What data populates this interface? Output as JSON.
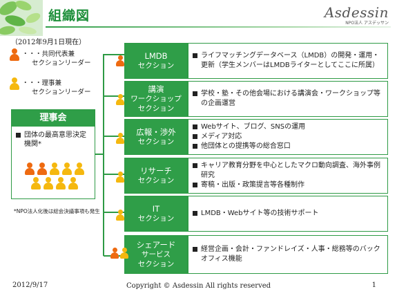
{
  "header": {
    "title": "組織図",
    "logo_text": "Asdessin",
    "logo_sub": "NPO法人 アスデッサン"
  },
  "as_of": "（2012年9月1日現在）",
  "legend": {
    "orange_label_1": "・・・共同代表兼",
    "orange_label_2": "セクションリーダー",
    "yellow_label_1": "・・・理事兼",
    "yellow_label_2": "セクションリーダー"
  },
  "board": {
    "title": "理事会",
    "desc": "団体の最高意思決定機関*"
  },
  "npo_note": "*NPO法人化後は総会決議事項も発生",
  "sections": [
    {
      "name_1": "LMDB",
      "name_2": "セクション",
      "name_3": "",
      "bullets": [
        "ライフマッチングデータベース（LMDB）の開発・運用・更新（学生メンバーはLMDBライターとしてここに所属）"
      ]
    },
    {
      "name_1": "講演",
      "name_2": "ワークショップ",
      "name_3": "セクション",
      "bullets": [
        "学校・塾・その他会場における講演会・ワークショップ等の企画運営"
      ]
    },
    {
      "name_1": "広報・渉外",
      "name_2": "セクション",
      "name_3": "",
      "bullets": [
        "Webサイト、ブログ、SNSの運用",
        "メディア対応",
        "他団体との提携等の総合窓口"
      ]
    },
    {
      "name_1": "リサーチ",
      "name_2": "セクション",
      "name_3": "",
      "bullets": [
        "キャリア教育分野を中心としたマクロ動向調査、海外事例研究",
        "寄稿・出版・政策提言等各種制作"
      ]
    },
    {
      "name_1": "IT",
      "name_2": "セクション",
      "name_3": "",
      "bullets": [
        "LMDB・Webサイト等の技術サポート"
      ]
    },
    {
      "name_1": "シェアード",
      "name_2": "サービス",
      "name_3": "セクション",
      "bullets": [
        "経営企画・会計・ファンドレイズ・人事・総務等のバックオフィス機能"
      ]
    }
  ],
  "footer": {
    "date": "2012/9/17",
    "copyright": "Copyright © Asdessin All rights reserved",
    "page": "1"
  },
  "colors": {
    "green": "#2f9e48",
    "orange": "#ee6a10",
    "yellow": "#f5b80f"
  }
}
